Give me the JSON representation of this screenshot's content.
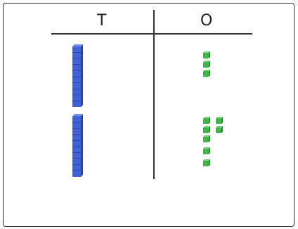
{
  "headers": {
    "tens": "T",
    "ones": "O"
  },
  "rows": [
    {
      "tens": 1,
      "ones": 3
    },
    {
      "tens": 1,
      "ones": 7
    }
  ],
  "colors": {
    "rod_face": "#3f63d6",
    "rod_side": "#2a45a8",
    "rod_top": "#6f8ef0",
    "rod_line": "#2b3f9a",
    "cube_face": "#3fb54a",
    "cube_side": "#2a8a33",
    "cube_top": "#79d37f",
    "line": "#333333",
    "frame": "#2b2b2b"
  }
}
